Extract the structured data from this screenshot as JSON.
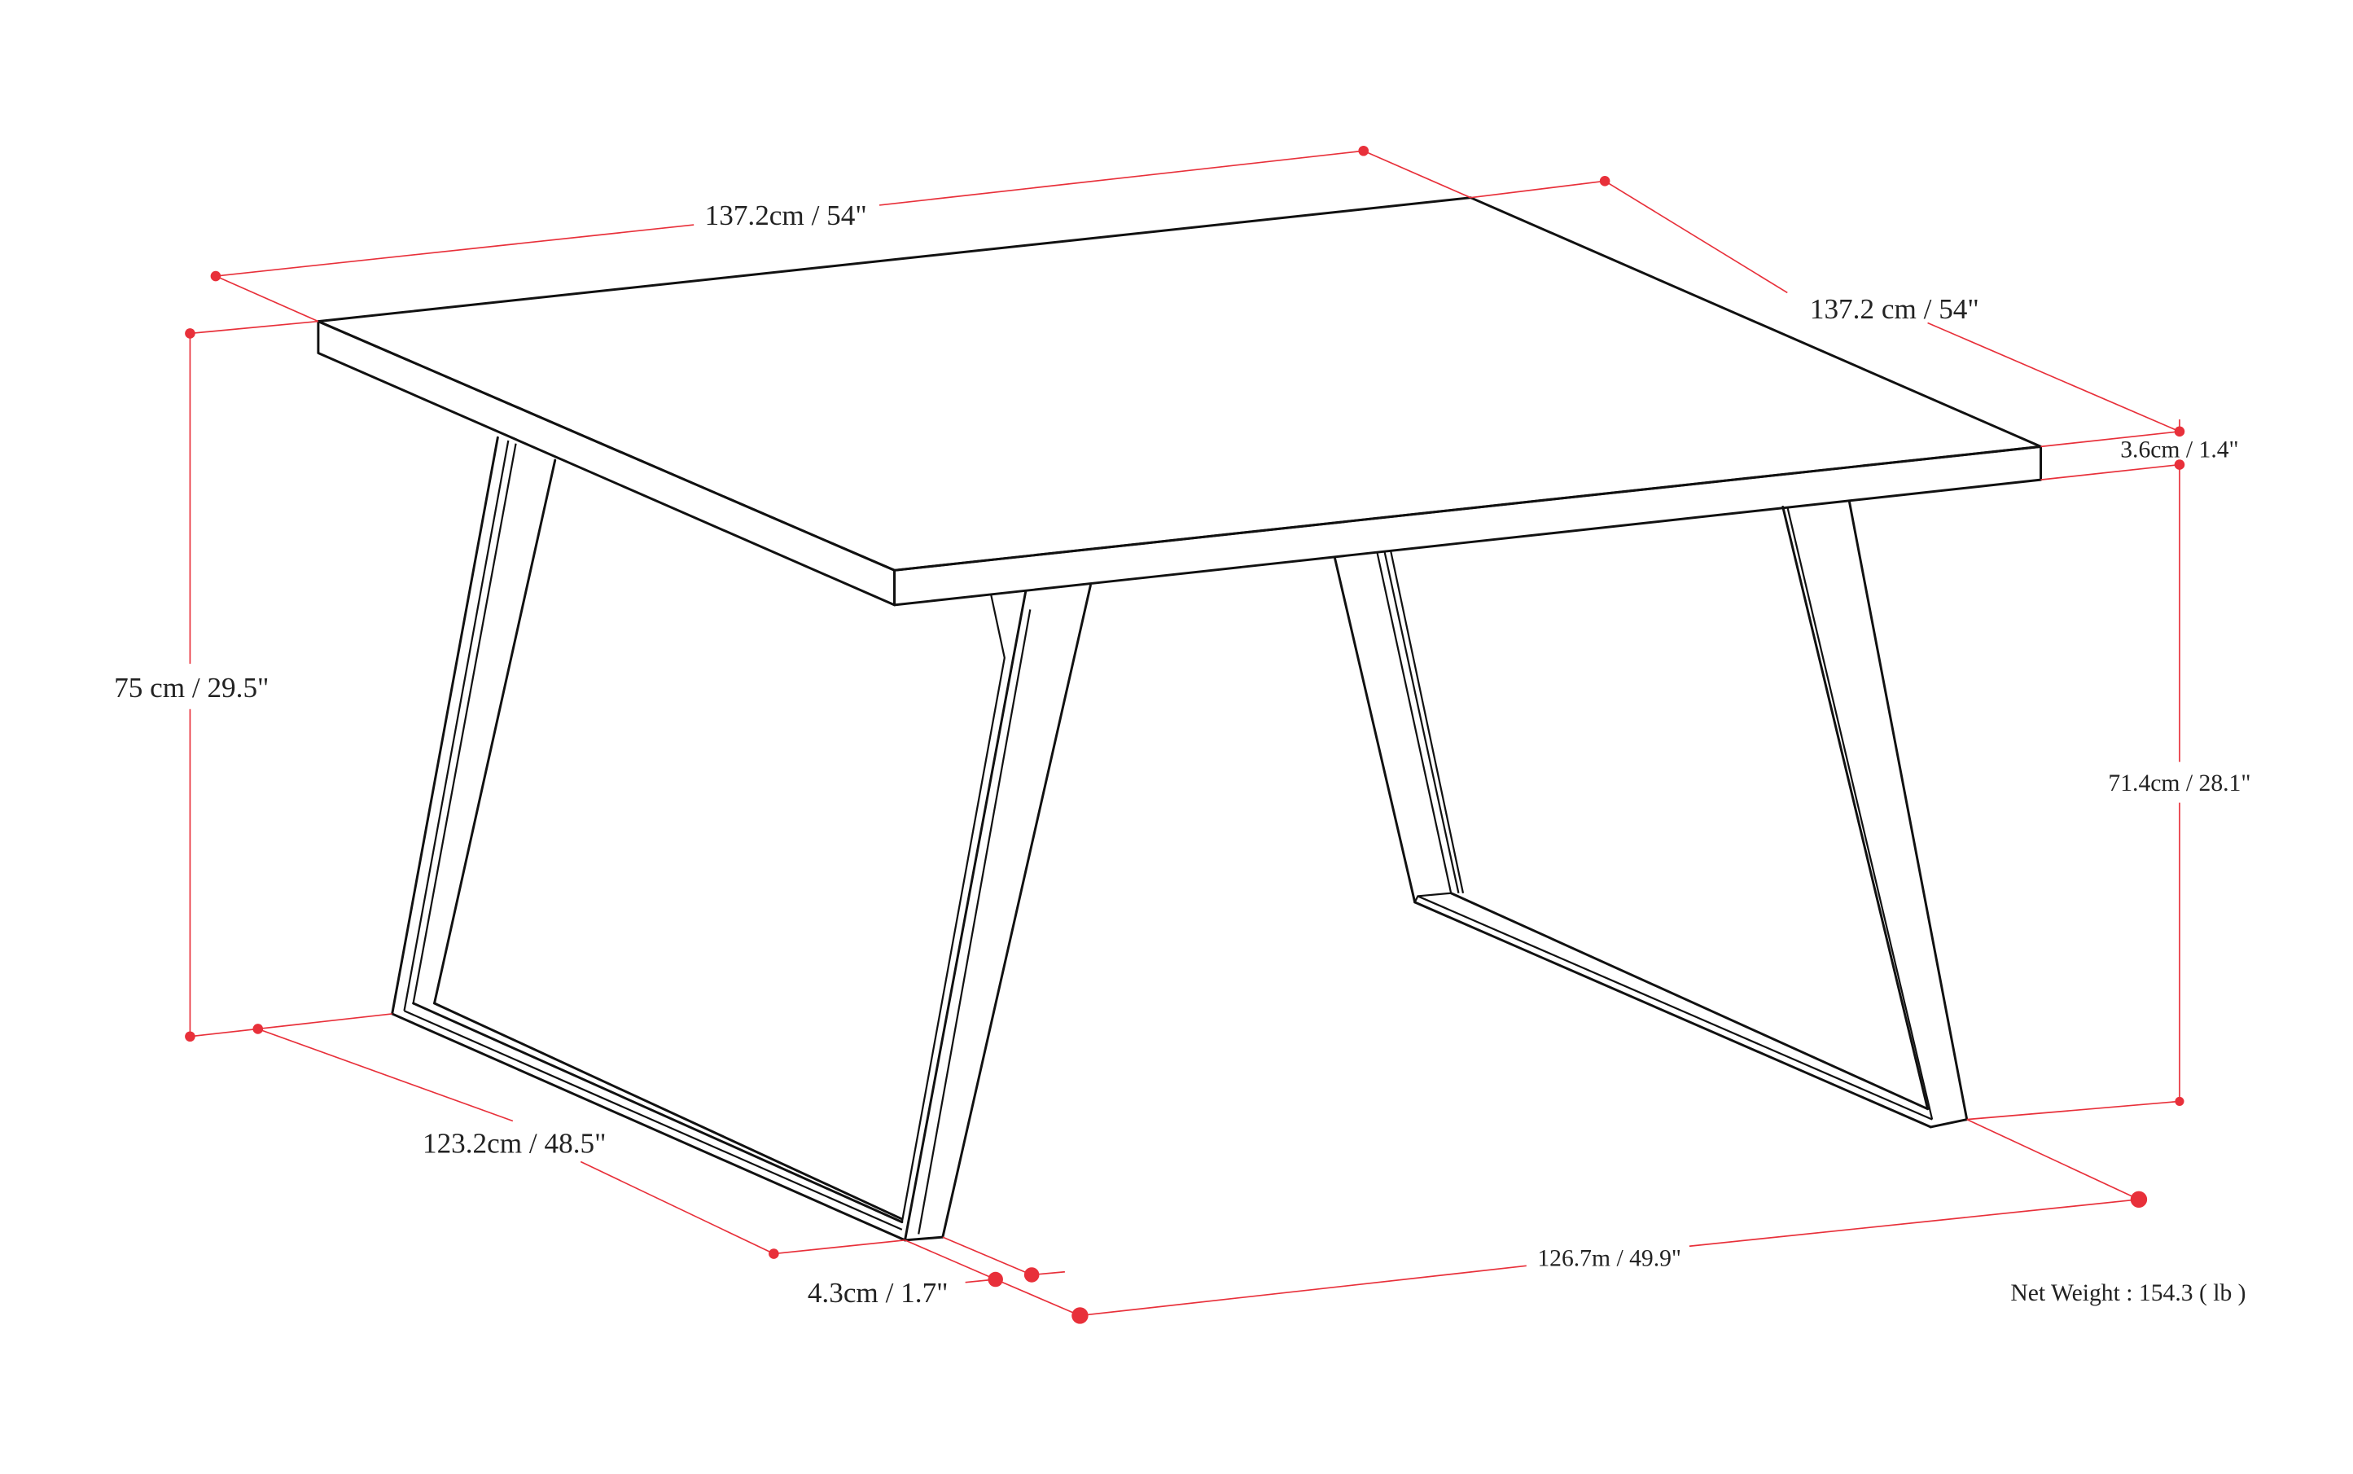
{
  "diagram": {
    "subject": "Square table dimension drawing",
    "colors": {
      "outline": "#111111",
      "dimension_line": "#e8303a",
      "label_text": "#222222",
      "background": "#ffffff"
    }
  },
  "dimensions": {
    "top_length": "137.2cm / 54\"",
    "top_depth": "137.2 cm / 54\"",
    "top_thickness": "3.6cm / 1.4\"",
    "overall_height": "75 cm / 29.5\"",
    "leg_height": "71.4cm / 28.1\"",
    "leg_base_depth": "123.2cm / 48.5\"",
    "leg_width": "4.3cm / 1.7\"",
    "leg_span": "126.7m / 49.9\""
  },
  "net_weight": "Net Weight : 154.3 ( lb )"
}
